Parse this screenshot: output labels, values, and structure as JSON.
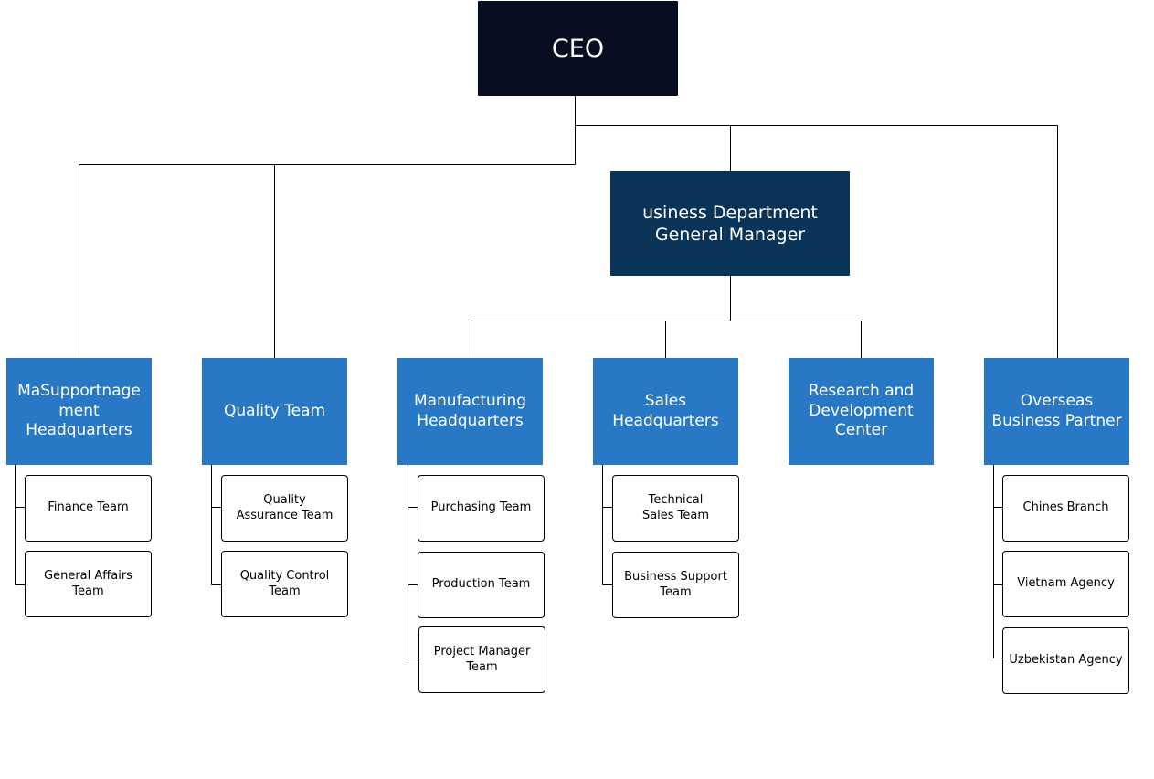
{
  "ceo": {
    "label": "CEO"
  },
  "general_manager": {
    "label": "usiness Department\nGeneral Manager"
  },
  "departments": [
    {
      "label": "MaSupportnage\nment\nHeadquarters"
    },
    {
      "label": "Quality Team"
    },
    {
      "label": "Manufacturing\nHeadquarters"
    },
    {
      "label": "Sales\nHeadquarters"
    },
    {
      "label": "Research and\nDevelopment\nCenter"
    },
    {
      "label": "Overseas\nBusiness Partner"
    }
  ],
  "teams": {
    "management": [
      {
        "label": "Finance Team"
      },
      {
        "label": "General Affairs\nTeam"
      }
    ],
    "quality": [
      {
        "label": "Quality\nAssurance Team"
      },
      {
        "label": "Quality Control\nTeam"
      }
    ],
    "manufacturing": [
      {
        "label": "Purchasing Team"
      },
      {
        "label": "Production Team"
      },
      {
        "label": "Project Manager\nTeam"
      }
    ],
    "sales": [
      {
        "label": "Technical\nSales Team"
      },
      {
        "label": "Business Support\nTeam"
      }
    ],
    "overseas": [
      {
        "label": "Chines Branch"
      },
      {
        "label": "Vietnam Agency"
      },
      {
        "label": "Uzbekistan Agency"
      }
    ]
  },
  "colors": {
    "ceo_fill": "#070e22",
    "general_manager_fill": "#0a3358",
    "department_fill": "#2878c5",
    "team_fill": "#ffffff",
    "connector": "#000000"
  }
}
